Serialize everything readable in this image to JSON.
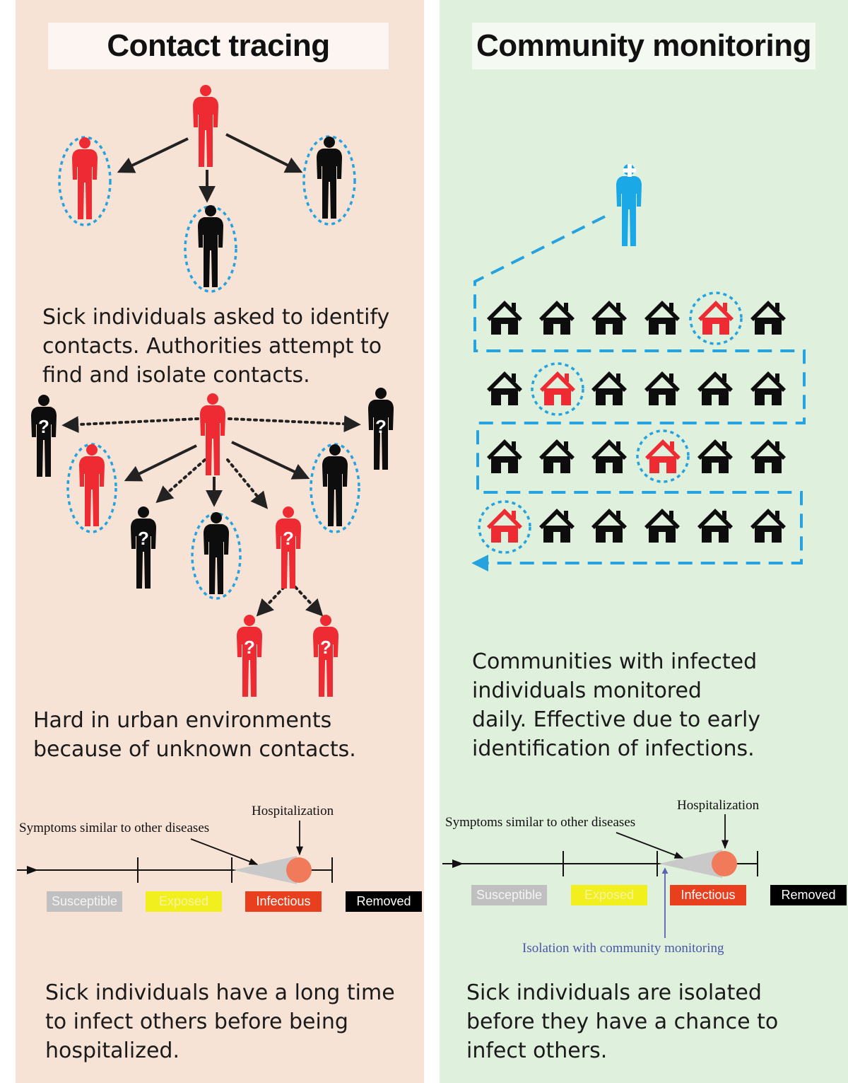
{
  "left": {
    "title": "Contact tracing",
    "text1": [
      "Sick individuals asked to identify",
      "contacts. Authorities attempt to",
      "find and isolate contacts."
    ],
    "text2": [
      "Hard in urban environments",
      "because of unknown contacts."
    ],
    "label_symptoms": "Symptoms similar to other diseases",
    "label_hosp": "Hospitalization",
    "text3": [
      "Sick individuals have a long time",
      "to infect others before being",
      "hospitalized."
    ]
  },
  "right": {
    "title": "Community monitoring",
    "text1": [
      "Communities with infected",
      "individuals monitored",
      "daily. Effective due to early",
      "identification of infections."
    ],
    "label_symptoms": "Symptoms similar to other diseases",
    "label_hosp": "Hospitalization",
    "label_isolation": "Isolation with community monitoring",
    "text3": [
      "Sick individuals are isolated",
      "before they have a chance to",
      "infect others."
    ]
  },
  "stages": [
    "Susceptible",
    "Exposed",
    "Infectious",
    "Removed"
  ],
  "unknown_mark": "?",
  "colors": {
    "left_bg": "#f7e3d6",
    "right_bg": "#dff0dc",
    "infected_red": "#ee2b33",
    "healthy_black": "#0d0d0d",
    "tracer_blue": "#1aa8e6",
    "ring_blue": "#26a3df",
    "susceptible": "#c0c0c0",
    "exposed": "#f2ef1e",
    "infectious": "#e8401f",
    "removed": "#000000",
    "hospital_dot": "#f07a5a",
    "isolation_arrow": "#5a63b0"
  },
  "icons": [
    "person-icon",
    "medic-icon",
    "house-icon",
    "question-icon",
    "arrow-icon"
  ]
}
